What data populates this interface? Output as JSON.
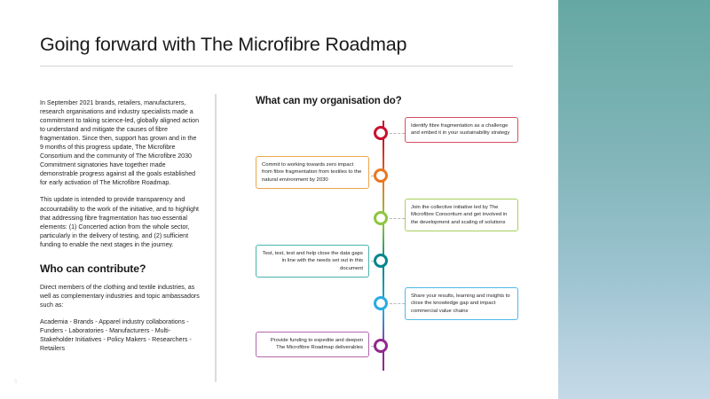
{
  "slide": {
    "title": "Going forward with The Microfibre Roadmap",
    "page_number": "5"
  },
  "left_column": {
    "paragraph_1": "In September 2021 brands, retailers, manufacturers, research organisations and industry specialists made a commitment to taking science-led, globally aligned action to understand and mitigate the causes of fibre fragmentation.  Since then, support has grown and in the 9 months of this progress update, The Microfibre Consortium and the community of The Microfibre 2030 Commitment signatories have together made demonstrable progress against all the goals established for early activation of The Microfibre Roadmap.",
    "paragraph_2": "This update is intended to provide transparency and accountability to the work of the initiative, and to highlight that addressing fibre fragmentation has two essential elements: (1) Concerted action from the whole sector, particularly in the delivery of testing, and (2) sufficient funding to enable the next stages in the journey.",
    "subheading": "Who can contribute?",
    "paragraph_3": "Direct members of the clothing and textile industries, as well as complementary industries and topic ambassadors such as:",
    "paragraph_4": "Academia - Brands - Apparel industry collaborations - Funders - Laboratories - Manufacturers - Multi-Stakeholder Initiatives - Policy Makers - Researchers - Retailers"
  },
  "right_column": {
    "heading": "What can my organisation do?",
    "timeline": {
      "items": [
        {
          "text": "Identify fibre fragmentation as a challenge and embed it in your sustainability strategy",
          "color": "#c8102e",
          "border_color": "#d4505f",
          "side": "right"
        },
        {
          "text": "Commit to working towards zero impact from fibre fragmentation from textiles to the natural environment by 2030",
          "color": "#e87722",
          "border_color": "#eda64a",
          "side": "left"
        },
        {
          "text": "Join the collective initiative led by The Microfibre Consortium and get involved in the development and scaling of solutions",
          "color": "#8dc63f",
          "border_color": "#a8d05a",
          "side": "right"
        },
        {
          "text": "Test, test, test and help close the data gaps in line with the needs set out in this document",
          "color": "#00868b",
          "border_color": "#49b4ab",
          "side": "left"
        },
        {
          "text": "Share your results, learning and insights to close the knowledge gap and impact commercial value chains",
          "color": "#29abe2",
          "border_color": "#4fb9e8",
          "side": "right"
        },
        {
          "text": "Provide funding to expedite and deepen The Microfibre Roadmap deliverables",
          "color": "#93278f",
          "border_color": "#b267ab",
          "side": "left"
        }
      ]
    }
  },
  "decor": {
    "gradient_top_color": "#65a8a3",
    "gradient_bottom_color": "#c5d9e8"
  }
}
